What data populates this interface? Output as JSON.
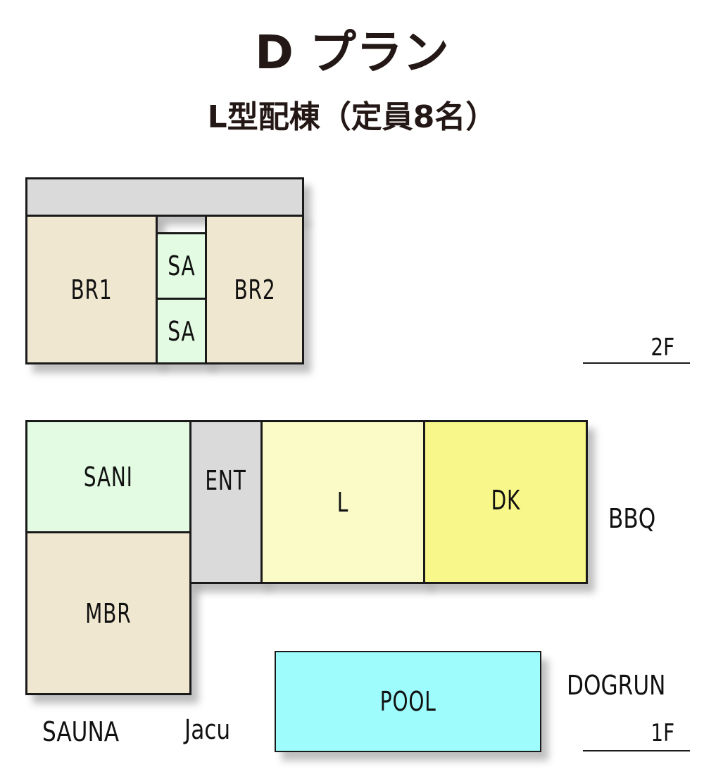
{
  "header": {
    "title": "D プラン",
    "subtitle": "L型配棟（定員8名）"
  },
  "floor2": {
    "label": "2F",
    "rooms": {
      "br1": "BR1",
      "sa_upper": "SA",
      "sa_lower": "SA",
      "br2": "BR2"
    }
  },
  "floor1": {
    "label": "1F",
    "rooms": {
      "sani": "SANI",
      "mbr": "MBR",
      "ent": "ENT",
      "living": "L",
      "dk": "DK",
      "pool": "POOL"
    },
    "outside": {
      "bbq": "BBQ",
      "dogrun": "DOGRUN",
      "sauna": "SAUNA",
      "jacu": "Jacu"
    }
  },
  "colors": {
    "bedroom": "#efe7cf",
    "sanitary": "#e3fbe2",
    "corridor": "#dadada",
    "living": "#fbfbc8",
    "dk": "#f8f88a",
    "pool": "#9ffcfc"
  }
}
